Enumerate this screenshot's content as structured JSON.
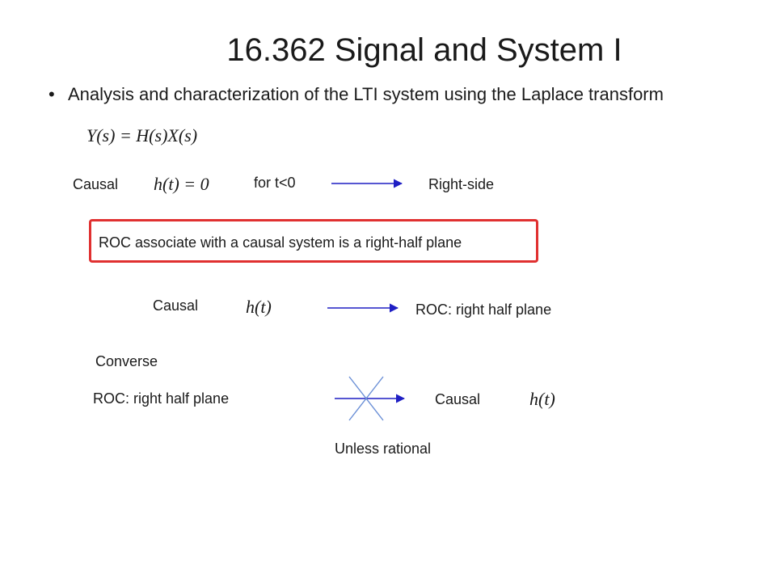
{
  "slide": {
    "title": "16.362 Signal and System I",
    "bullet": "Analysis and characterization of the LTI system using the Laplace transform",
    "eq_main": "Y(s) = H(s)X(s)",
    "row1": {
      "left": "Causal",
      "eq": "h(t) = 0",
      "cond": "for t<0",
      "right": "Right-side"
    },
    "box_text": "ROC associate with a causal system is a right-half plane",
    "row2": {
      "left": "Causal",
      "eq": "h(t)",
      "right": "ROC: right half plane"
    },
    "converse": "Converse",
    "row3": {
      "left": "ROC: right half plane",
      "right": "Causal",
      "eq": "h(t)"
    },
    "note": "Unless rational"
  },
  "colors": {
    "arrow": "#1f1fc4",
    "cross": "#6a8fd6",
    "box": "#e03030"
  }
}
